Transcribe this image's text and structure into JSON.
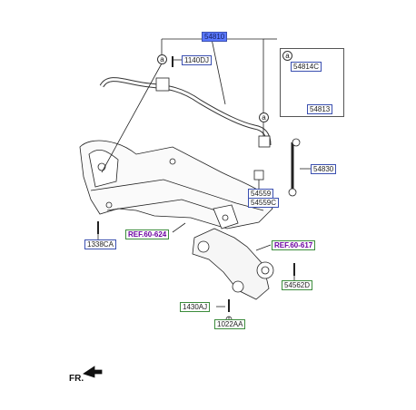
{
  "labels": {
    "p54810": "54810",
    "p1140dj": "1140DJ",
    "p54814c": "54814C",
    "p54813": "54813",
    "p54830": "54830",
    "p54559": "54559",
    "p54559c": "54559C",
    "p1338ca": "1338CA",
    "ref60624": "REF.60-624",
    "ref60617": "REF.60-617",
    "p54562d": "54562D",
    "p1430aj": "1430AJ",
    "p1022aa": "1022AA"
  },
  "callouts": {
    "a": "a"
  },
  "direction": {
    "front": "FR."
  },
  "colors": {
    "main_part_fill": "#5a78ff",
    "label_border": "#3a4fb0",
    "group_border": "#3c8c3c",
    "ref_text": "#6a00a0"
  }
}
